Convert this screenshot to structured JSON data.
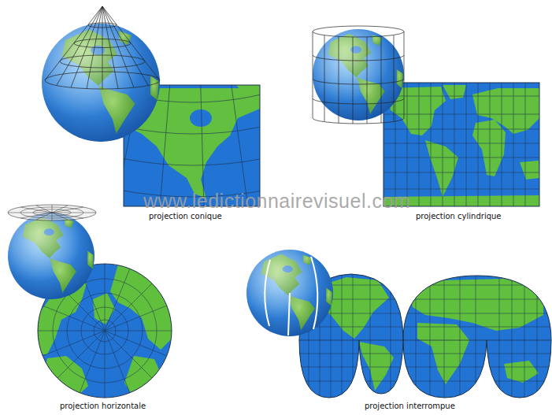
{
  "diagram": {
    "labels": [
      "www.ledictionnairevisuel.com",
      "projection conique",
      "projection cylindrique",
      "projection horizontale",
      "projection interrompue"
    ]
  }
}
